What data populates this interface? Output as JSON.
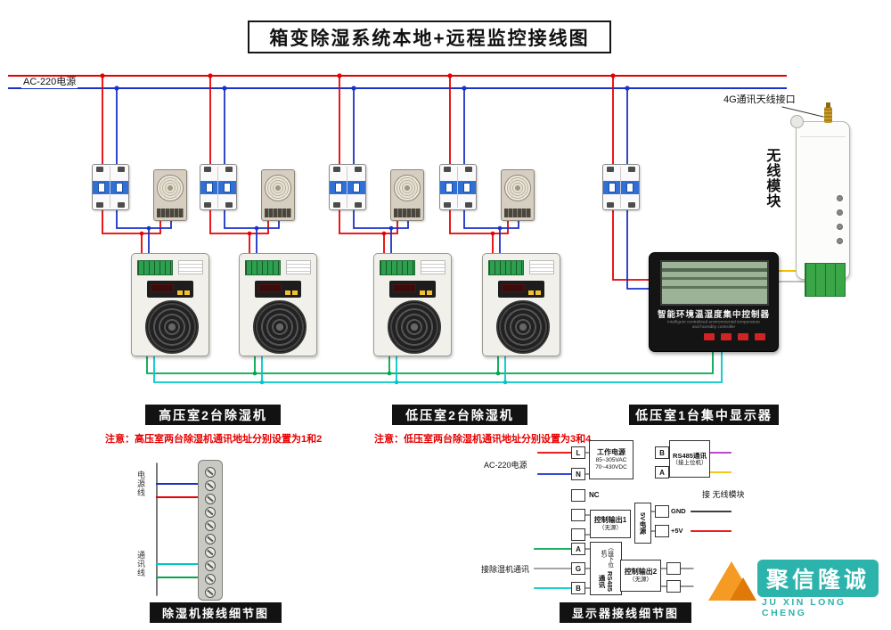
{
  "title": "箱变除湿系统本地+远程监控接线图",
  "power_label": "AC-220电源",
  "antenna_label": "4G通讯天线接口",
  "wireless_label": "无线模块",
  "controller": {
    "name": "智能环境温湿度集中控制器",
    "name_en": "Intelligent centralized environmental temperature and humidity controller"
  },
  "sections": {
    "high": {
      "label": "高压室2台除湿机",
      "note": "注意：高压室两台除湿机通讯地址分别设置为1和2"
    },
    "low": {
      "label": "低压室2台除湿机",
      "note": "注意：低压室两台除湿机通讯地址分别设置为3和4"
    },
    "disp": {
      "label": "低压室1台集中显示器"
    }
  },
  "detail_left": {
    "caption": "除湿机接线细节图",
    "power_wire_label": "电源线",
    "comm_wire_label": "通讯线"
  },
  "detail_right": {
    "caption": "显示器接线细节图",
    "ac_label": "AC-220电源",
    "work_power": {
      "line1": "工作电源",
      "line2": "85~305VAC",
      "line3": "70~430VDC"
    },
    "ctrl_out1": {
      "line1": "控制输出1",
      "line2": "（无源）"
    },
    "ctrl_out2": {
      "line1": "控制输出2",
      "line2": "（无源）"
    },
    "rs485_down": {
      "line1": "RS485通讯",
      "line2": "（接下位机）"
    },
    "rs485_up": {
      "line1": "RS485通讯",
      "line2": "（接上位机）"
    },
    "comm_dehumid_label": "接除湿机通讯",
    "wireless_link_label": "接 无线模块",
    "power5v_label": "5V电源",
    "terminals": {
      "l": "L",
      "n": "N",
      "nc": "NC",
      "a": "A",
      "g": "G",
      "b": "B",
      "gnd": "GND",
      "p5v": "+5V"
    }
  },
  "logo": {
    "name": "聚信隆诚",
    "latin": "JU XIN LONG CHENG"
  },
  "colors": {
    "live": "#e60000",
    "neutral": "#1a32c8",
    "comm_green": "#00a650",
    "comm_cyan": "#00c8c8",
    "signal_yellow": "#f2c000",
    "signal_purple": "#b030c0",
    "accent_teal": "#2cb3ab",
    "logo_orange": "#f59a22"
  }
}
